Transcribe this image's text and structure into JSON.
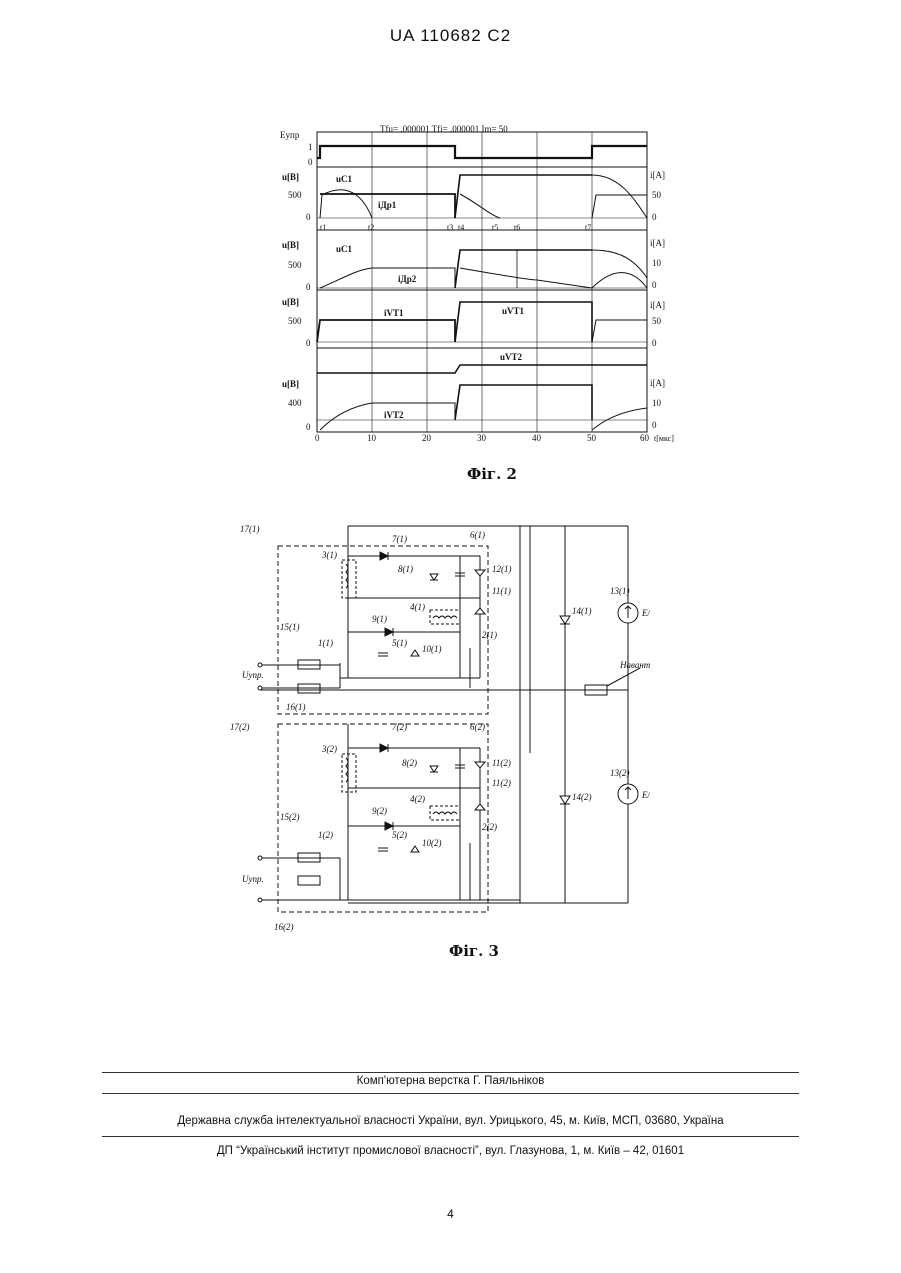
{
  "header": {
    "patent_number": "UA   110682   C2"
  },
  "fig2": {
    "caption": "Фіг. 2",
    "top_label": "Tfu= .000001   Tfi= .000001   Im= 50",
    "y_control_label": "Eупр",
    "rows": [
      {
        "u_label": "u[B]",
        "i_label": "i[A]",
        "u_ticks": [
          "500",
          "0"
        ],
        "i_ticks": [
          "50",
          "0"
        ],
        "curve_labels": [
          "uC1",
          "iДр1"
        ]
      },
      {
        "u_label": "u[B]",
        "i_label": "i[A]",
        "u_ticks": [
          "500",
          "0"
        ],
        "i_ticks": [
          "10",
          "0"
        ],
        "curve_labels": [
          "uC1",
          "iДр2"
        ]
      },
      {
        "u_label": "u[B]",
        "i_label": "i[A]",
        "u_ticks": [
          "500",
          "0"
        ],
        "i_ticks": [
          "50",
          "0"
        ],
        "curve_labels": [
          "iVT1",
          "uVT1"
        ]
      },
      {
        "u_label": "u[B]",
        "i_label": "i[A]",
        "u_ticks": [
          "400",
          "0"
        ],
        "i_ticks": [
          "10",
          "0"
        ],
        "curve_labels": [
          "uVT2",
          "iVT2"
        ]
      }
    ],
    "control_ticks": [
      "1",
      "0"
    ],
    "time_marks": [
      "t1",
      "t2",
      "t3",
      "t4",
      "t5",
      "t6",
      "t7"
    ],
    "x_ticks": [
      "0",
      "10",
      "20",
      "30",
      "40",
      "50",
      "60"
    ],
    "x_label": "t[мкс]"
  },
  "fig3": {
    "caption": "Фіг. 3",
    "labels": {
      "l17_1": "17(1)",
      "l3_1": "3(1)",
      "l7_1": "7(1)",
      "l6_1": "6(1)",
      "l8_1": "8(1)",
      "l12_1": "12(1)",
      "l4_1": "4(1)",
      "l11_1": "11(1)",
      "l9_1": "9(1)",
      "l15_1": "15(1)",
      "l1_1": "1(1)",
      "l5_1": "5(1)",
      "l2_1": "2(1)",
      "l10_1": "10(1)",
      "l16_1": "16(1)",
      "l14_1": "14(1)",
      "l13_1": "13(1)",
      "e1": "E/2",
      "uupr1": "Uупр.",
      "load": "Навантаження",
      "l17_2": "17(2)",
      "l3_2": "3(2)",
      "l7_2": "7(2)",
      "l6_2": "6(2)",
      "l8_2": "8(2)",
      "l11_2a": "11(2)",
      "l4_2": "4(2)",
      "l11_2b": "11(2)",
      "l9_2": "9(2)",
      "l15_2": "15(2)",
      "l1_2": "1(2)",
      "l5_2": "5(2)",
      "l2_2": "2(2)",
      "l10_2": "10(2)",
      "l16_2": "16(2)",
      "l14_2": "14(2)",
      "l13_2": "13(2)",
      "e2": "E/2",
      "uupr2": "Uупр."
    }
  },
  "footer": {
    "line1": "Комп'ютерна верстка Г. Паяльніков",
    "line2": "Державна служба інтелектуальної власності України, вул. Урицького, 45, м. Київ, МСП, 03680, Україна",
    "line3": "ДП “Український інститут промислової власності”, вул. Глазунова, 1, м. Київ – 42, 01601"
  },
  "page_number": "4"
}
